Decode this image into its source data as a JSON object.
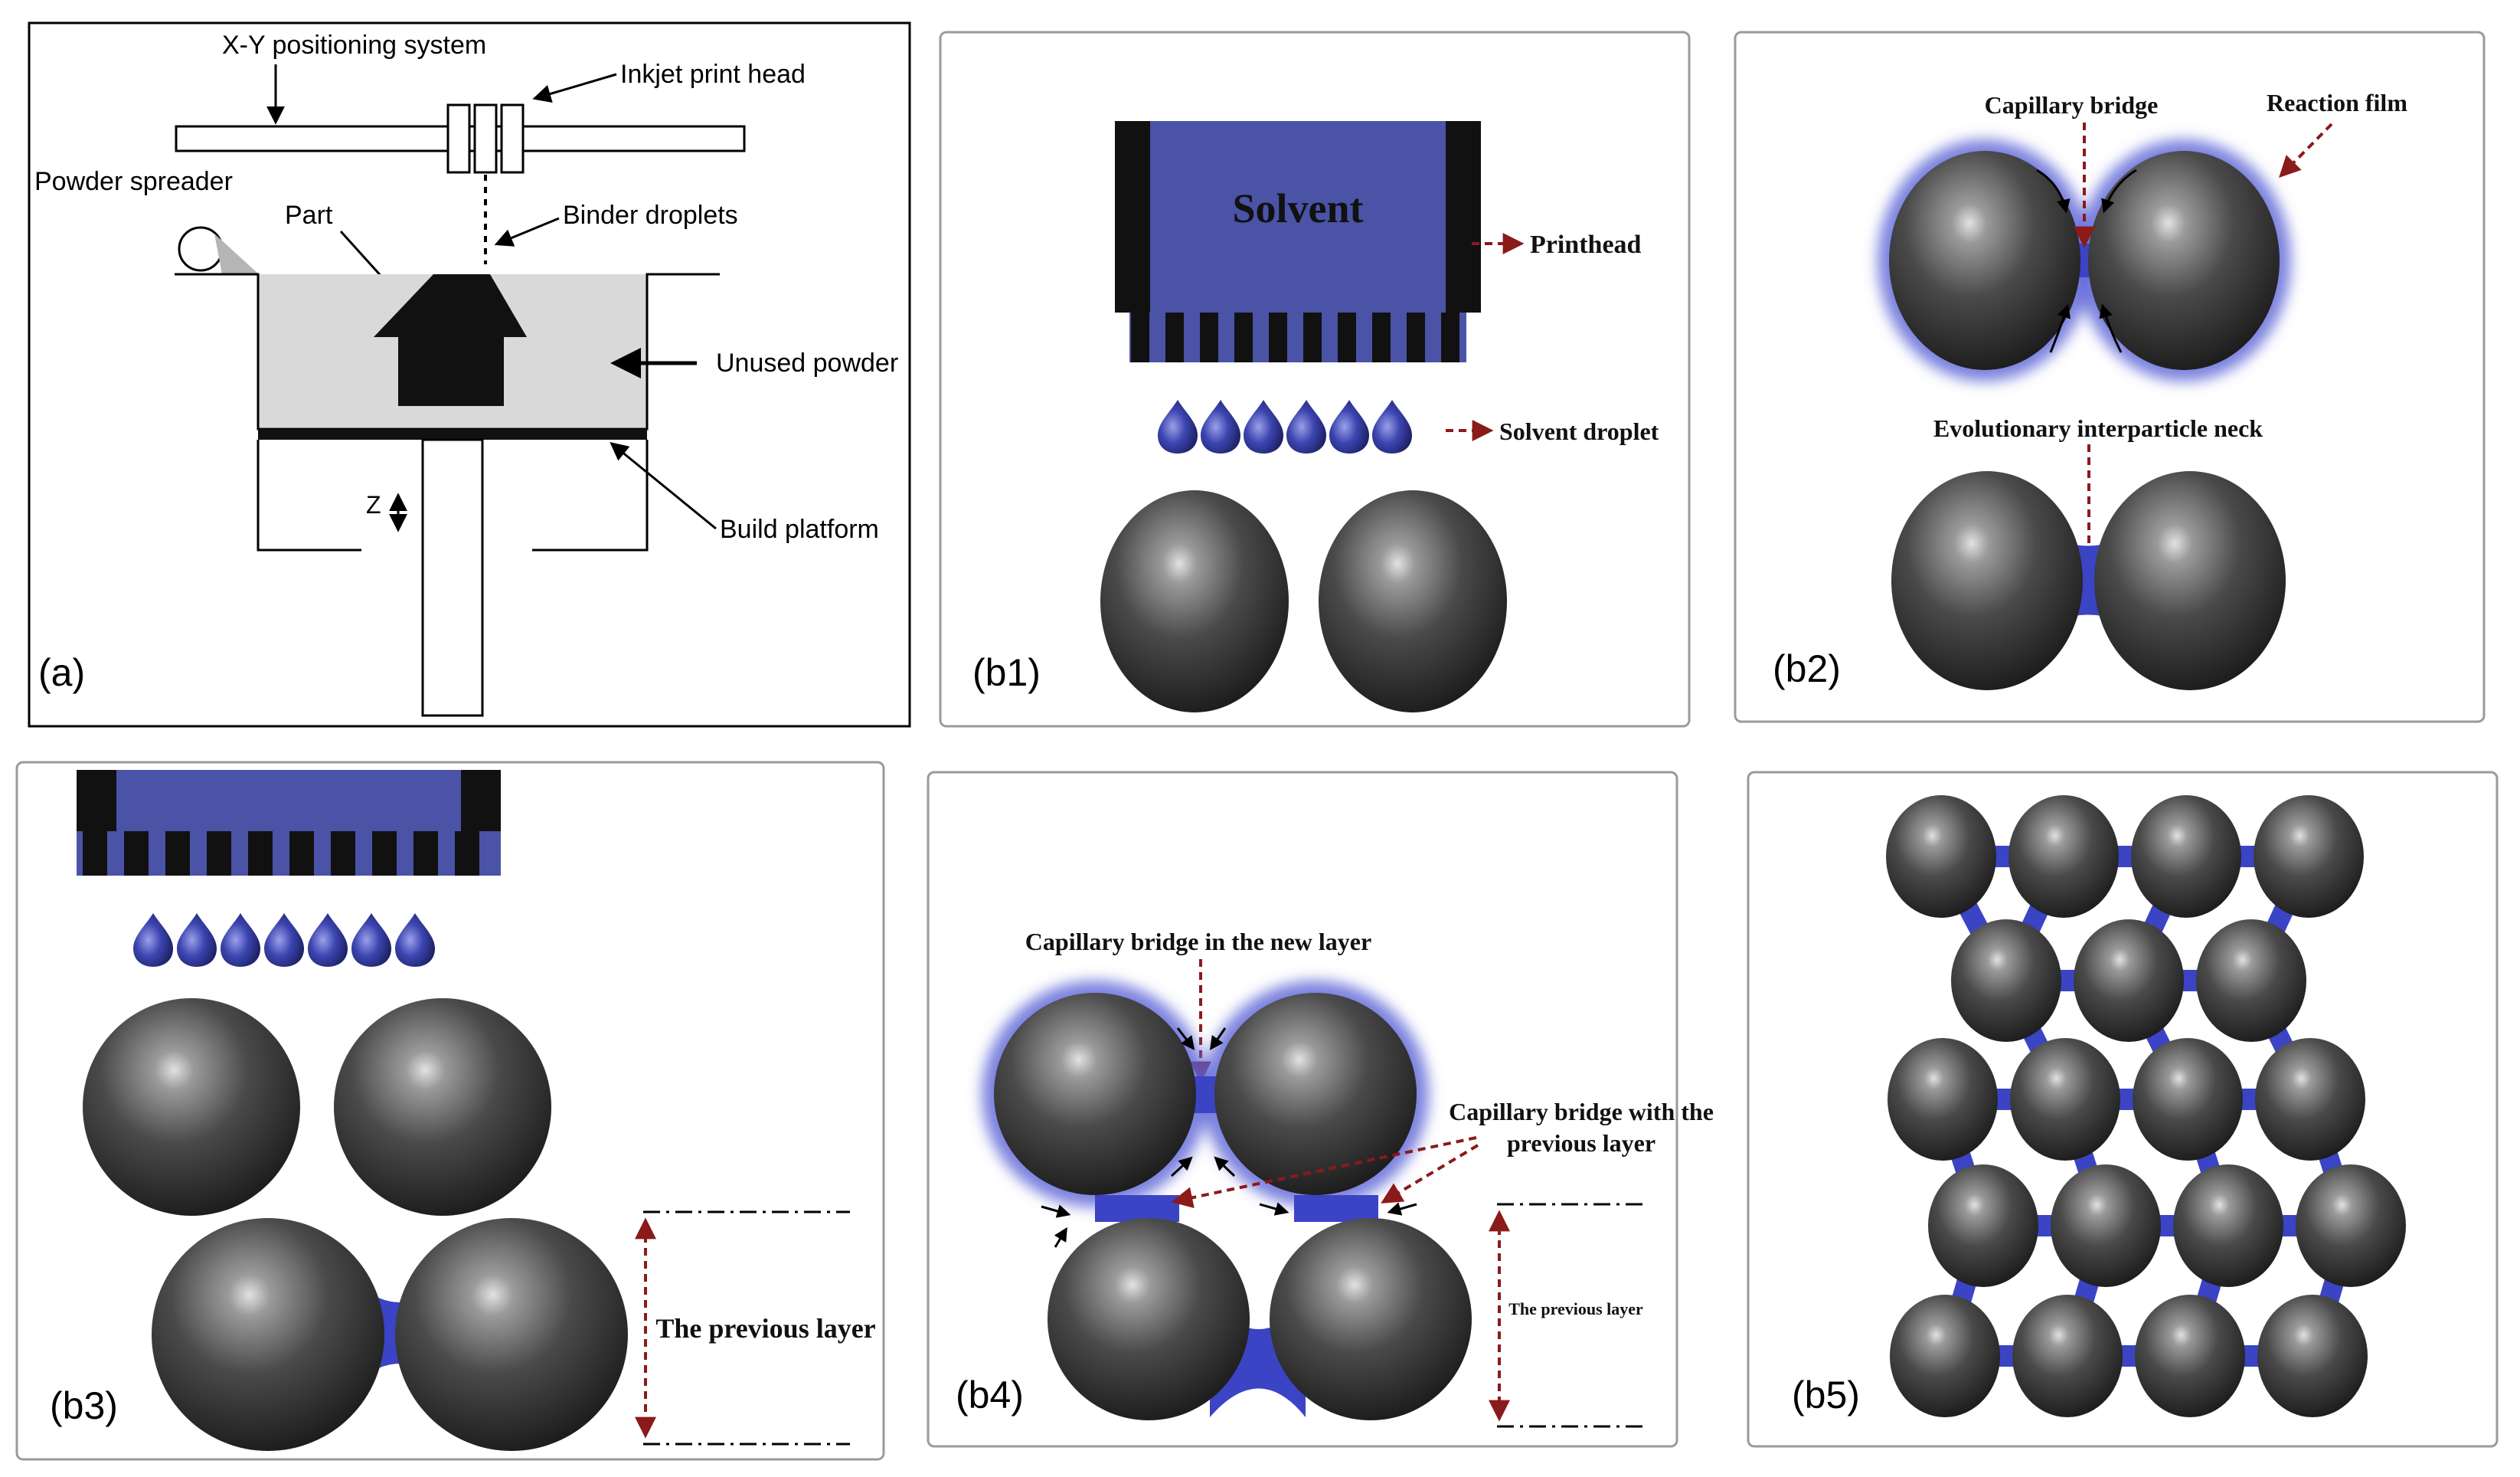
{
  "panel_a": {
    "label": "(a)",
    "xy_system": "X-Y positioning system",
    "print_head": "Inkjet print head",
    "spreader": "Powder spreader",
    "part": "Part",
    "droplets": "Binder droplets",
    "unused": "Unused powder",
    "z": "Z",
    "platform": "Build platform"
  },
  "panel_b1": {
    "label": "(b1)",
    "solvent": "Solvent",
    "printhead": "Printhead",
    "droplet": "Solvent droplet"
  },
  "panel_b2": {
    "label": "(b2)",
    "capillary": "Capillary bridge",
    "film": "Reaction film",
    "neck": "Evolutionary interparticle neck"
  },
  "panel_b3": {
    "label": "(b3)",
    "prev_layer": "The previous layer"
  },
  "panel_b4": {
    "label": "(b4)",
    "bridge_new": "Capillary bridge in the new layer",
    "bridge_prev_1": "Capillary bridge with the",
    "bridge_prev_2": "previous layer",
    "prev_layer": "The previous layer"
  },
  "panel_b5": {
    "label": "(b5)"
  },
  "colors": {
    "binder": "#4049b8",
    "solvent_block": "#4a53a6",
    "particle_dark": "#1e1e1e",
    "particle_light": "#d8d8d8",
    "arrow_red": "#8b1a1a",
    "powder": "#d9d9d9"
  }
}
